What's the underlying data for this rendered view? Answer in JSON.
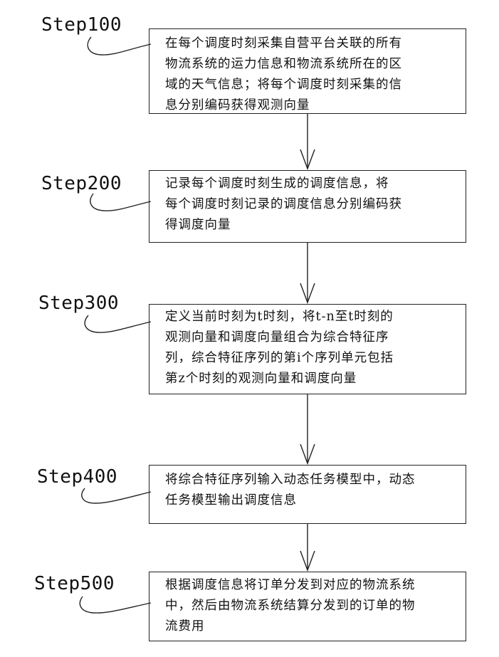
{
  "steps": [
    {
      "label": "Step100",
      "lines": [
        "在每个调度时刻采集自营平台关联的所有",
        "物流系统的运力信息和物流系统所在的区",
        "域的天气信息；将每个调度时刻采集的信",
        "息分别编码获得观测向量"
      ]
    },
    {
      "label": "Step200",
      "lines": [
        "记录每个调度时刻生成的调度信息，将",
        "每个调度时刻记录的调度信息分别编码获",
        "得调度向量"
      ]
    },
    {
      "label": "Step300",
      "lines": [
        "定义当前时刻为t时刻，将t-n至t时刻的",
        "观测向量和调度向量组合为综合特征序",
        "列，综合特征序列的第i个序列单元包括",
        "第z个时刻的观测向量和调度向量"
      ]
    },
    {
      "label": "Step400",
      "lines": [
        "将综合特征序列输入动态任务模型中，动态",
        "任务模型输出调度信息"
      ]
    },
    {
      "label": "Step500",
      "lines": [
        "根据调度信息将订单分发到对应的物流系统",
        "中，然后由物流系统结算分发到的订单的物",
        "流费用"
      ]
    }
  ]
}
